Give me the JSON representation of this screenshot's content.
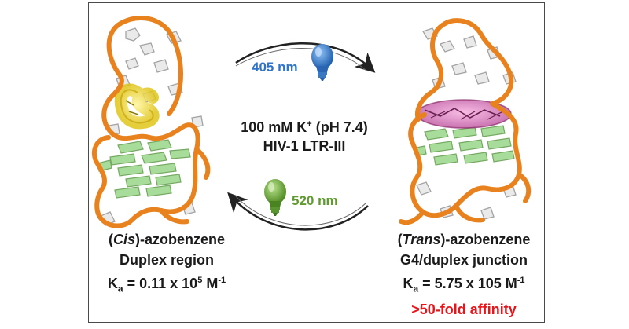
{
  "top_wavelength": "405 nm",
  "bottom_wavelength": "520 nm",
  "condition": {
    "line1_prefix": "100 mM K",
    "line1_sup": "+",
    "line1_suffix": " (pH 7.4)",
    "line2": "HIV-1 LTR-III"
  },
  "left_label": {
    "paren_open": "(",
    "isomer": "Cis",
    "paren_rest": ")-azobenzene",
    "region": "Duplex region",
    "ka_k": "K",
    "ka_sub": "a",
    "ka_value": " =  0.11 x 10",
    "ka_exp": "5",
    "ka_unit": " M",
    "ka_unit_exp": "-1"
  },
  "right_label": {
    "paren_open": "(",
    "isomer": "Trans",
    "paren_rest": ")-azobenzene",
    "region": "G4/duplex junction",
    "ka_k": "K",
    "ka_sub": "a",
    "ka_value": " = 5.75 x 105 M",
    "ka_exp": "-1",
    "affinity": ">50-fold affinity"
  },
  "colors": {
    "backbone": "#e8821e",
    "bulb_blue": "#2e74c9",
    "bulb_green": "#5f9a2e",
    "cis_ligand": "#f2e12a",
    "trans_ligand": "#d04ca8",
    "base_green": "#8fcf7a",
    "accent_red": "#e8141a"
  },
  "icons": [
    "bulb-icon-blue",
    "bulb-icon-green",
    "curved-arrow-top",
    "curved-arrow-bottom"
  ]
}
